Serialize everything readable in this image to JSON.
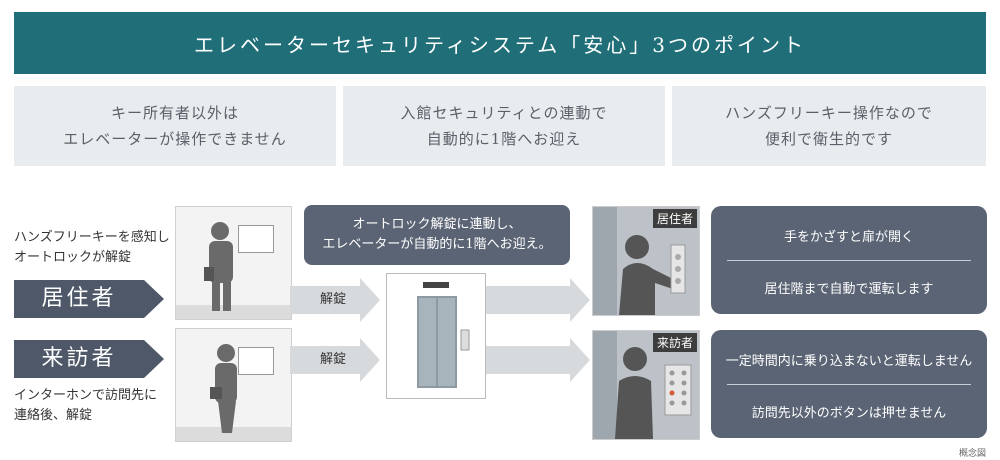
{
  "title": "エレベーターセキュリティシステム「安心」3つのポイント",
  "points": [
    {
      "line1": "キー所有者以外は",
      "line2": "エレベーターが操作できません"
    },
    {
      "line1": "入館セキュリティとの連動で",
      "line2": "自動的に1階へお迎え"
    },
    {
      "line1": "ハンズフリーキー操作なので",
      "line2": "便利で衛生的です"
    }
  ],
  "resident": {
    "desc1": "ハンズフリーキーを感知し",
    "desc2": "オートロックが解錠",
    "label": "居住者",
    "arrow_label": "解錠",
    "tag": "居住者",
    "results": [
      "手をかざすと扉が開く",
      "居住階まで自動で運転します"
    ]
  },
  "visitor": {
    "label": "来訪者",
    "desc1": "インターホンで訪問先に",
    "desc2": "連絡後、解錠",
    "arrow_label": "解錠",
    "tag": "来訪者",
    "results": [
      "一定時間内に乗り込まないと運転しません",
      "訪問先以外のボタンは押せません"
    ]
  },
  "callout": {
    "line1": "オートロック解錠に連動し、",
    "line2": "エレベーターが自動的に1階へお迎え。"
  },
  "note": "概念図",
  "colors": {
    "banner": "#1f6e78",
    "ribbon": "#4e5868",
    "panel": "#5b6474",
    "point_bg": "#e9ecef"
  }
}
